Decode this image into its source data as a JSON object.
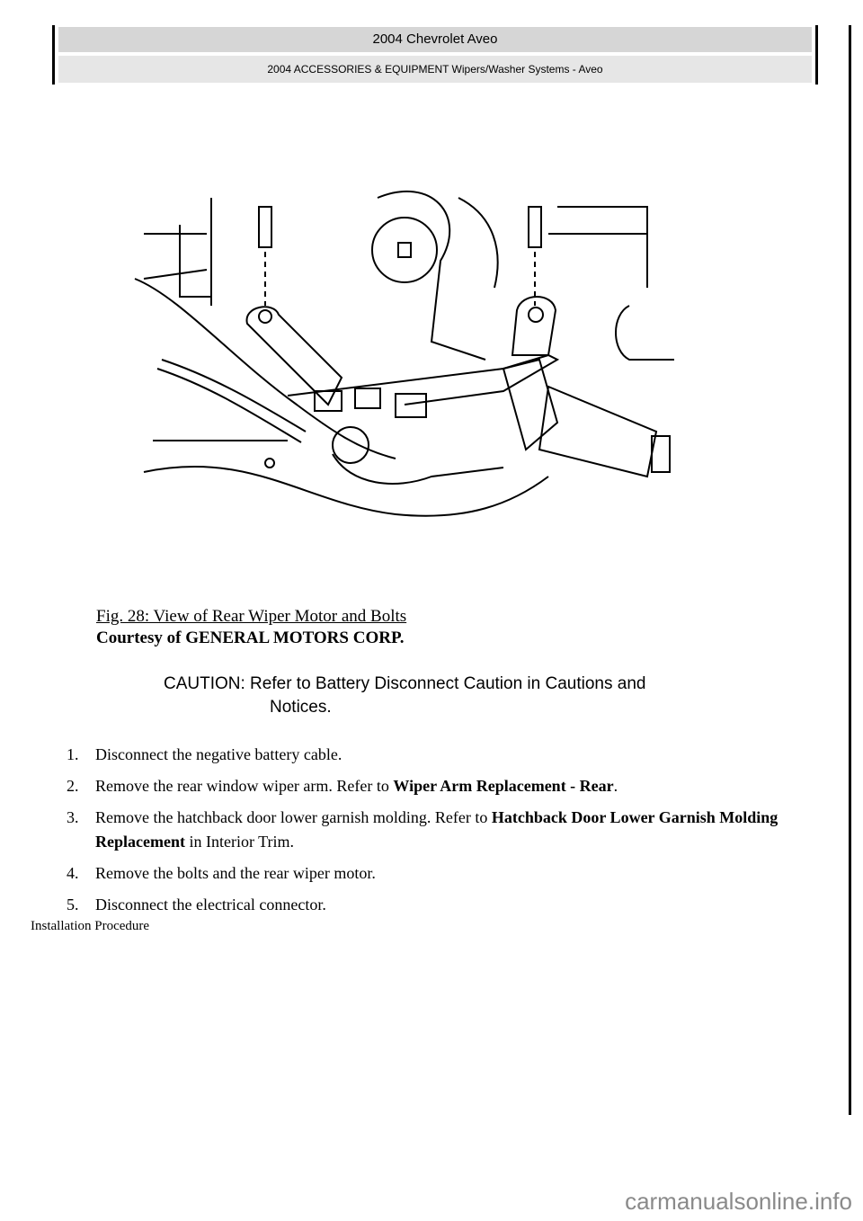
{
  "header": {
    "title": "2004 Chevrolet Aveo",
    "subtitle": "2004 ACCESSORIES & EQUIPMENT Wipers/Washer Systems - Aveo"
  },
  "figure": {
    "caption_title": "Fig. 28: View of Rear Wiper Motor and Bolts",
    "caption_credit": "Courtesy of GENERAL MOTORS CORP."
  },
  "caution": {
    "line1": "CAUTION: Refer to Battery Disconnect Caution in Cautions and",
    "line2": "Notices."
  },
  "steps": [
    {
      "num": "1.",
      "text": "Disconnect the negative battery cable."
    },
    {
      "num": "2.",
      "pre": "Remove the rear window wiper arm. Refer to ",
      "bold": "Wiper Arm Replacement - Rear",
      "post": "."
    },
    {
      "num": "3.",
      "pre": "Remove the hatchback door lower garnish molding. Refer to ",
      "bold": "Hatchback Door Lower Garnish Molding Replacement",
      "post": " in Interior Trim."
    },
    {
      "num": "4.",
      "text": "Remove the bolts and the rear wiper motor."
    },
    {
      "num": "5.",
      "text": "Disconnect the electrical connector."
    }
  ],
  "installation_heading": "Installation Procedure",
  "watermark": "carmanualsonline.info"
}
